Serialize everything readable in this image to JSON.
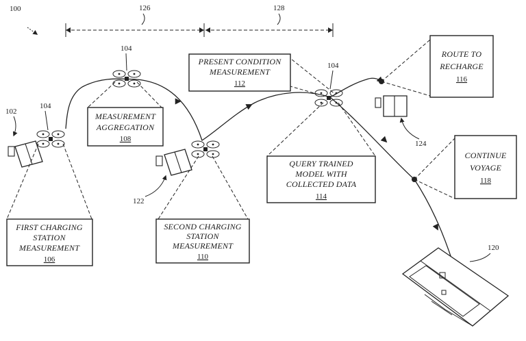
{
  "figure": {
    "ref_100": "100",
    "ref_102": "102",
    "ref_104": "104",
    "ref_120": "120",
    "ref_122": "122",
    "ref_124": "124",
    "ref_126": "126",
    "ref_128": "128"
  },
  "boxes": {
    "first_charging": {
      "lines": [
        "FIRST CHARGING",
        "STATION",
        "MEASUREMENT"
      ],
      "ref": "106"
    },
    "measurement_aggregation": {
      "lines": [
        "MEASUREMENT",
        "AGGREGATION"
      ],
      "ref": "108"
    },
    "second_charging": {
      "lines": [
        "SECOND CHARGING",
        "STATION",
        "MEASUREMENT"
      ],
      "ref": "110"
    },
    "present_condition": {
      "lines": [
        "PRESENT CONDITION",
        "MEASUREMENT"
      ],
      "ref": "112"
    },
    "query_trained": {
      "lines": [
        "QUERY TRAINED",
        "MODEL WITH",
        "COLLECTED DATA"
      ],
      "ref": "114"
    },
    "route_to_recharge": {
      "lines": [
        "ROUTE TO",
        "RECHARGE"
      ],
      "ref": "116"
    },
    "continue_voyage": {
      "lines": [
        "CONTINUE",
        "VOYAGE"
      ],
      "ref": "118"
    }
  }
}
